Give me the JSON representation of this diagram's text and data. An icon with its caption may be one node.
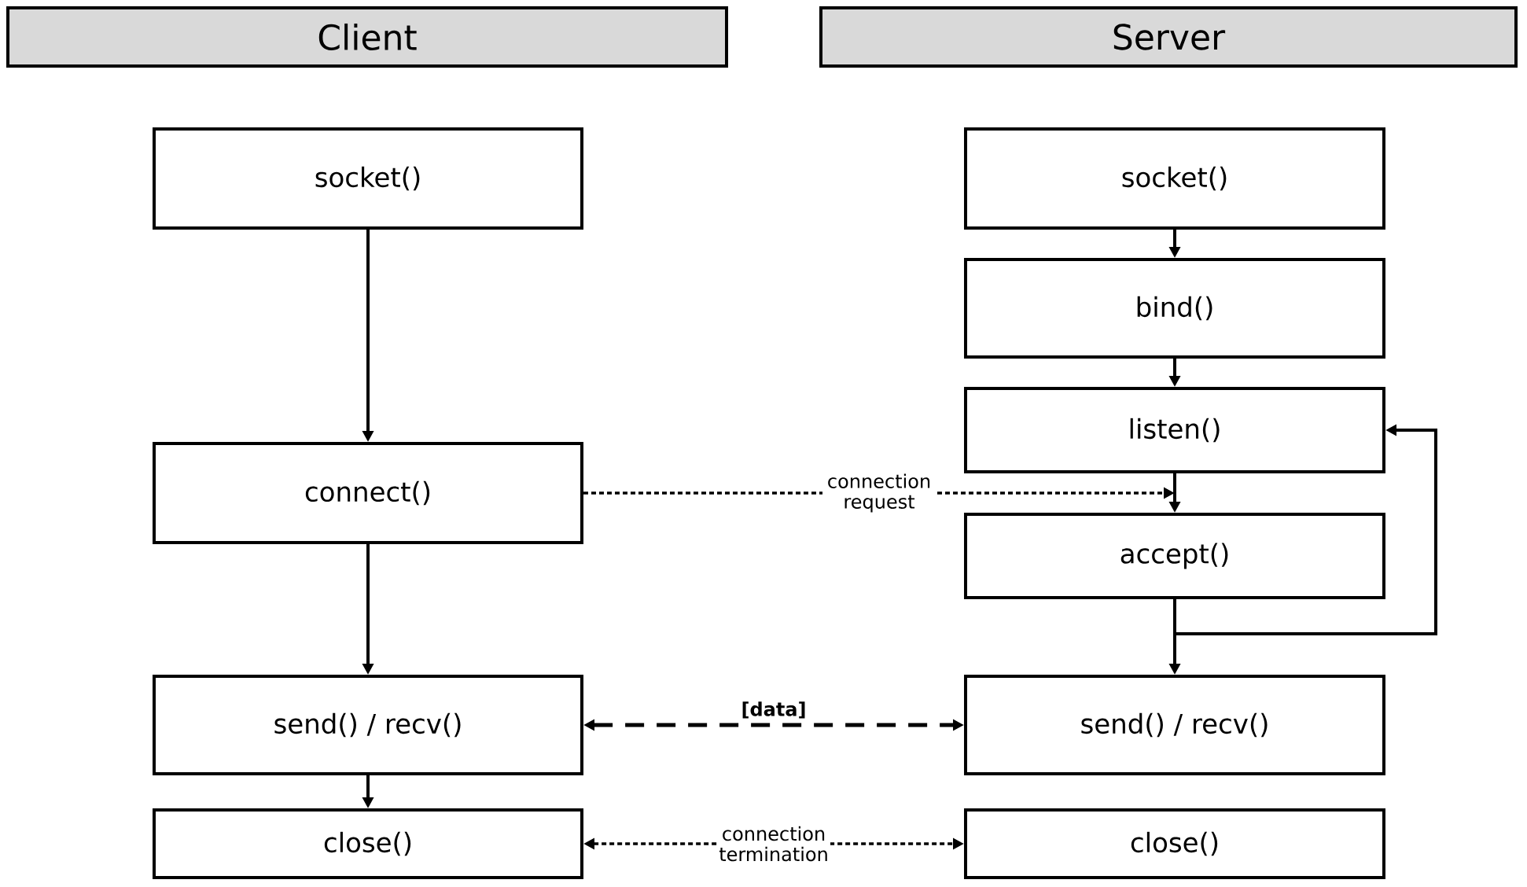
{
  "diagram": {
    "nodes": [
      {
        "text": [
          "Client"
        ]
      },
      {
        "text": [
          "Server"
        ]
      },
      {
        "text": [
          "socket()"
        ]
      },
      {
        "text": [
          "connect()"
        ]
      },
      {
        "text": [
          "send() / recv()"
        ]
      },
      {
        "text": [
          "close()"
        ]
      },
      {
        "text": [
          "socket()"
        ]
      },
      {
        "text": [
          "bind()"
        ]
      },
      {
        "text": [
          "listen()"
        ]
      },
      {
        "text": [
          "accept()"
        ]
      },
      {
        "text": [
          "send() / recv()"
        ]
      },
      {
        "text": [
          "close()"
        ]
      }
    ],
    "edges": [
      {
        "from": 2,
        "to": 3,
        "arrow": "to"
      },
      {
        "from": 3,
        "to": 4,
        "arrow": "to"
      },
      {
        "from": 4,
        "to": 5,
        "arrow": "to"
      },
      {
        "from": 6,
        "to": 7,
        "arrow": "to"
      },
      {
        "from": 7,
        "to": 8,
        "arrow": "to"
      },
      {
        "from": 8,
        "to": 9,
        "arrow": "to"
      },
      {
        "from": 9,
        "to": 10,
        "arrow": "to"
      },
      {
        "from": 9,
        "to": 8,
        "arrow": "to"
      },
      {
        "from": 3,
        "to": 9,
        "arrow": "to",
        "style": "dashed",
        "label": "connection request"
      },
      {
        "from": 4,
        "to": 10,
        "arrow": "both",
        "style": "dashed",
        "label": "**[data]**"
      },
      {
        "from": 5,
        "to": 11,
        "arrow": "both",
        "style": "dashed",
        "label": "connection termination"
      }
    ]
  }
}
